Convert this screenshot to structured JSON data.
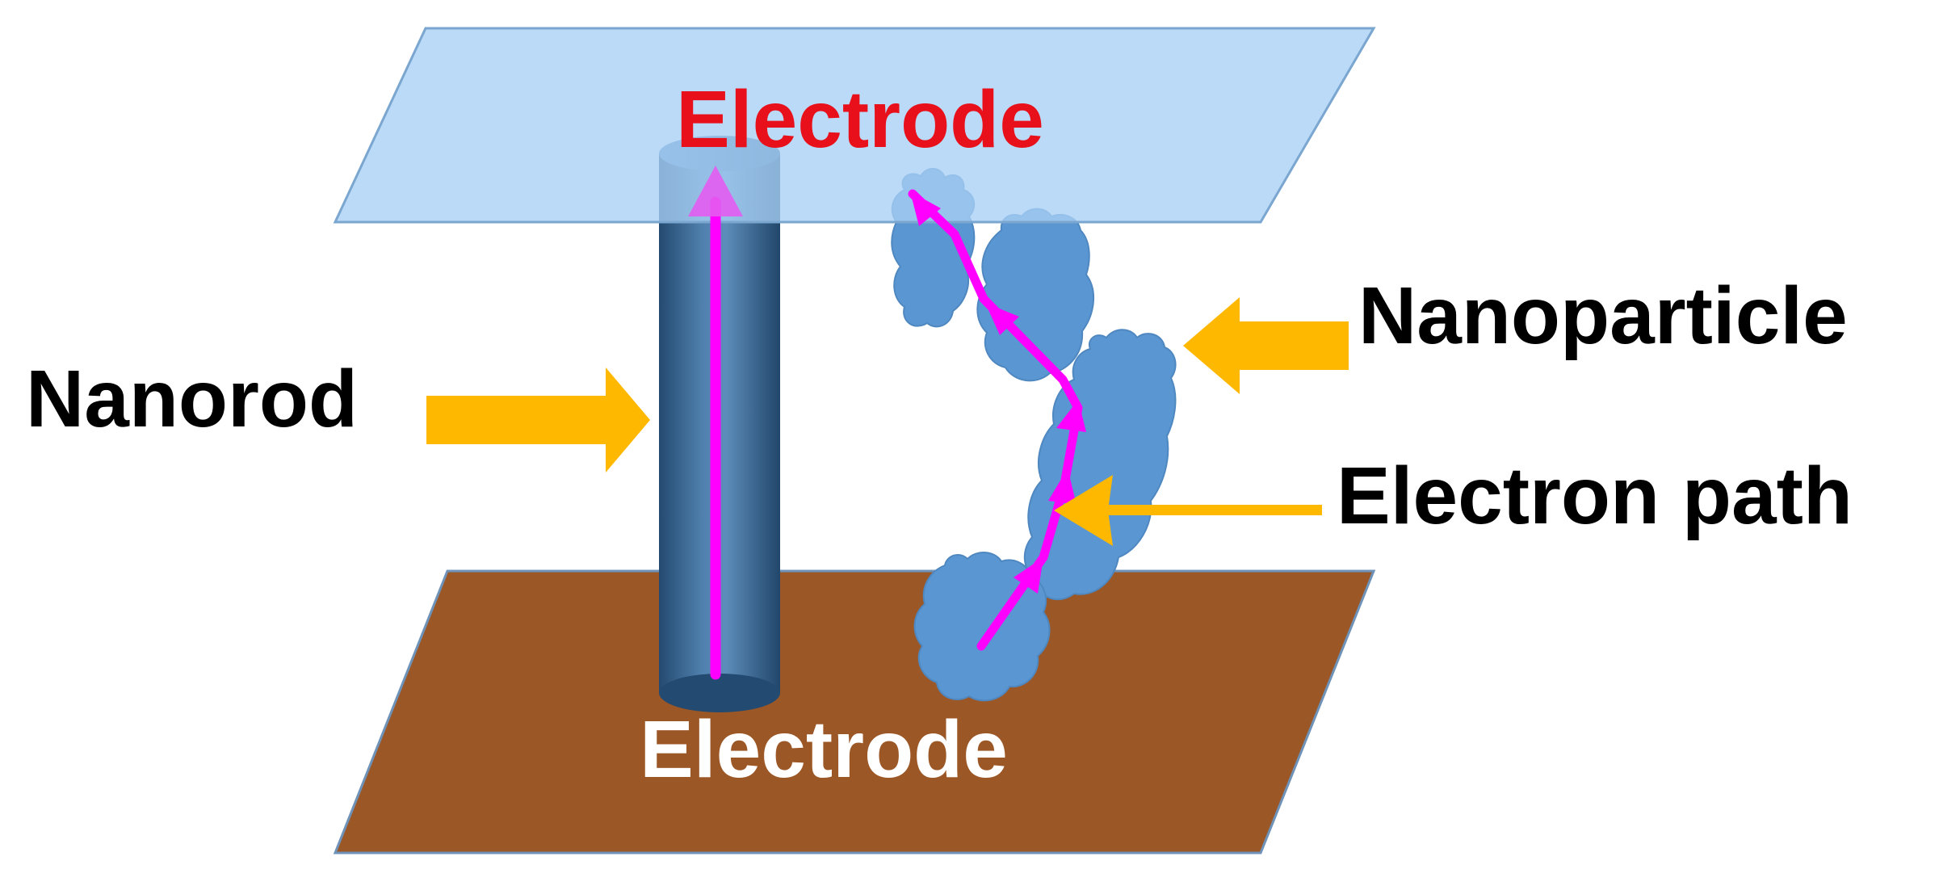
{
  "labels": {
    "top_electrode": "Electrode",
    "bottom_electrode": "Electrode",
    "nanorod": "Nanorod",
    "nanoparticle": "Nanoparticle",
    "electron_path": "Electron path"
  },
  "colors": {
    "top_electrode_fill": "#a8d0f5",
    "top_electrode_stroke": "#7aa6cf",
    "bottom_electrode_fill": "#9c5726",
    "bottom_electrode_stroke": "#6f93b8",
    "nanorod_fill": "#3d6a94",
    "nanoparticle_fill": "#5a96d2",
    "electron_path": "#ff00ff",
    "pointer_arrow": "#ffb800",
    "top_label": "#e8101a",
    "bottom_label": "#ffffff",
    "side_labels": "#000000"
  }
}
